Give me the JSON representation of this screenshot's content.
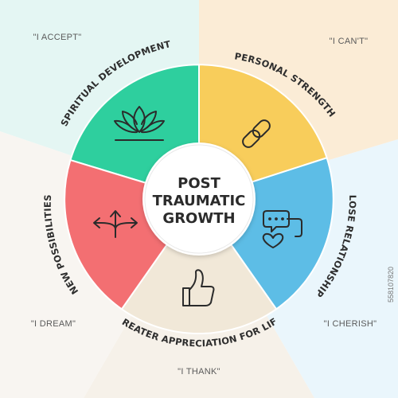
{
  "center": {
    "line1": "POST",
    "line2": "TRAUMATIC",
    "line3": "GROWTH"
  },
  "segments": [
    {
      "label": "SPIRITUAL DEVELOPMENT",
      "quote": "\"I ACCEPT\"",
      "icon": "lotus-icon",
      "color": "#2ecf9e",
      "bg": "#e4f6f3"
    },
    {
      "label": "PERSONAL STRENGTH",
      "quote": "\"I CAN'T\"",
      "icon": "chain-link-icon",
      "color": "#f8cd5b",
      "bg": "#fbecd6"
    },
    {
      "label": "CLOSE RELATIONSHIPS",
      "quote": "\"I CHERISH\"",
      "icon": "chat-heart-icon",
      "color": "#5dbde6",
      "bg": "#eaf6fc"
    },
    {
      "label": "GREATER APPRECIATION FOR LIFE",
      "quote": "\"I THANK\"",
      "icon": "thumbs-up-icon",
      "color": "#f1e8d8",
      "bg": "#f6f1e9"
    },
    {
      "label": "NEW POSSIBILITIES",
      "quote": "\"I DREAM\"",
      "icon": "split-arrows-icon",
      "color": "#f36f72",
      "bg": "#f8f5f1"
    }
  ],
  "side_id": "558107820"
}
